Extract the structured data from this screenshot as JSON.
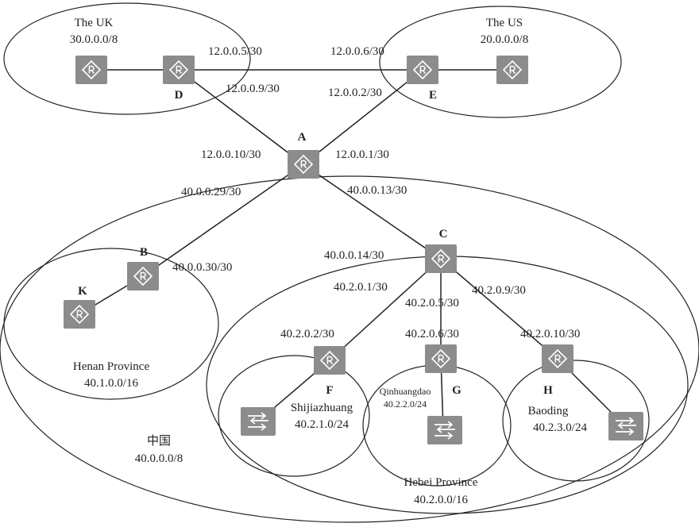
{
  "regions": {
    "uk": {
      "name": "The UK",
      "network": "30.0.0.0/8"
    },
    "us": {
      "name": "The US",
      "network": "20.0.0.0/8"
    },
    "china": {
      "name": "中国",
      "network": "40.0.0.0/8"
    },
    "henan": {
      "name": "Henan Province",
      "network": "40.1.0.0/16"
    },
    "hebei": {
      "name": "Hebei Province",
      "network": "40.2.0.0/16"
    },
    "shijiazhuang": {
      "name": "Shijiazhuang",
      "network": "40.2.1.0/24"
    },
    "qinhuangdao": {
      "name": "Qinhuangdao",
      "network": "40.2.2.0/24"
    },
    "baoding": {
      "name": "Baoding",
      "network": "40.2.3.0/24"
    }
  },
  "routers": {
    "A": "A",
    "B": "B",
    "C": "C",
    "D": "D",
    "E": "E",
    "F": "F",
    "G": "G",
    "H": "H",
    "K": "K"
  },
  "interfaces": {
    "d_e": "12.0.0.5/30",
    "e_d": "12.0.0.6/30",
    "d_a": "12.0.0.9/30",
    "e_a": "12.0.0.2/30",
    "a_d": "12.0.0.10/30",
    "a_e": "12.0.0.1/30",
    "a_b": "40.0.0.29/30",
    "a_c": "40.0.0.13/30",
    "b_a": "40.0.0.30/30",
    "c_a": "40.0.0.14/30",
    "c_f": "40.2.0.1/30",
    "c_g": "40.2.0.5/30",
    "c_h": "40.2.0.9/30",
    "f_c": "40.2.0.2/30",
    "g_c": "40.2.0.6/30",
    "h_c": "40.2.0.10/30"
  }
}
